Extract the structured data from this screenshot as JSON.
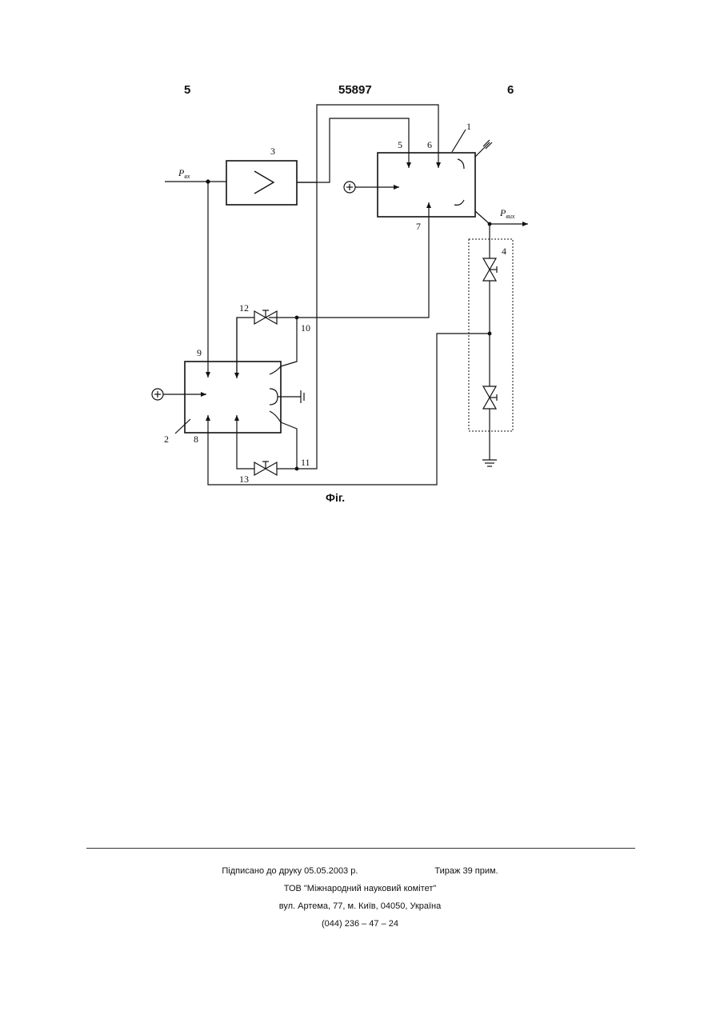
{
  "header": {
    "left_page": "5",
    "doc_number": "55897",
    "right_page": "6"
  },
  "diagram": {
    "labels": {
      "n1": "1",
      "n2": "2",
      "n3": "3",
      "n4": "4",
      "n5": "5",
      "n6": "6",
      "n7": "7",
      "n8": "8",
      "n9": "9",
      "n10": "10",
      "n11": "11",
      "n12": "12",
      "n13": "13"
    },
    "p_in": {
      "symbol": "P",
      "sub": "вх"
    },
    "p_out": {
      "symbol": "P",
      "sub": "вих"
    },
    "caption": "Фіг."
  },
  "footer": {
    "signed": "Підписано до друку 05.05.2003 р.",
    "circulation": "Тираж 39 прим.",
    "publisher": "ТОВ \"Міжнародний науковий комітет\"",
    "address": "вул. Артема, 77, м. Київ, 04050, Україна",
    "phone": "(044) 236 – 47 – 24"
  }
}
